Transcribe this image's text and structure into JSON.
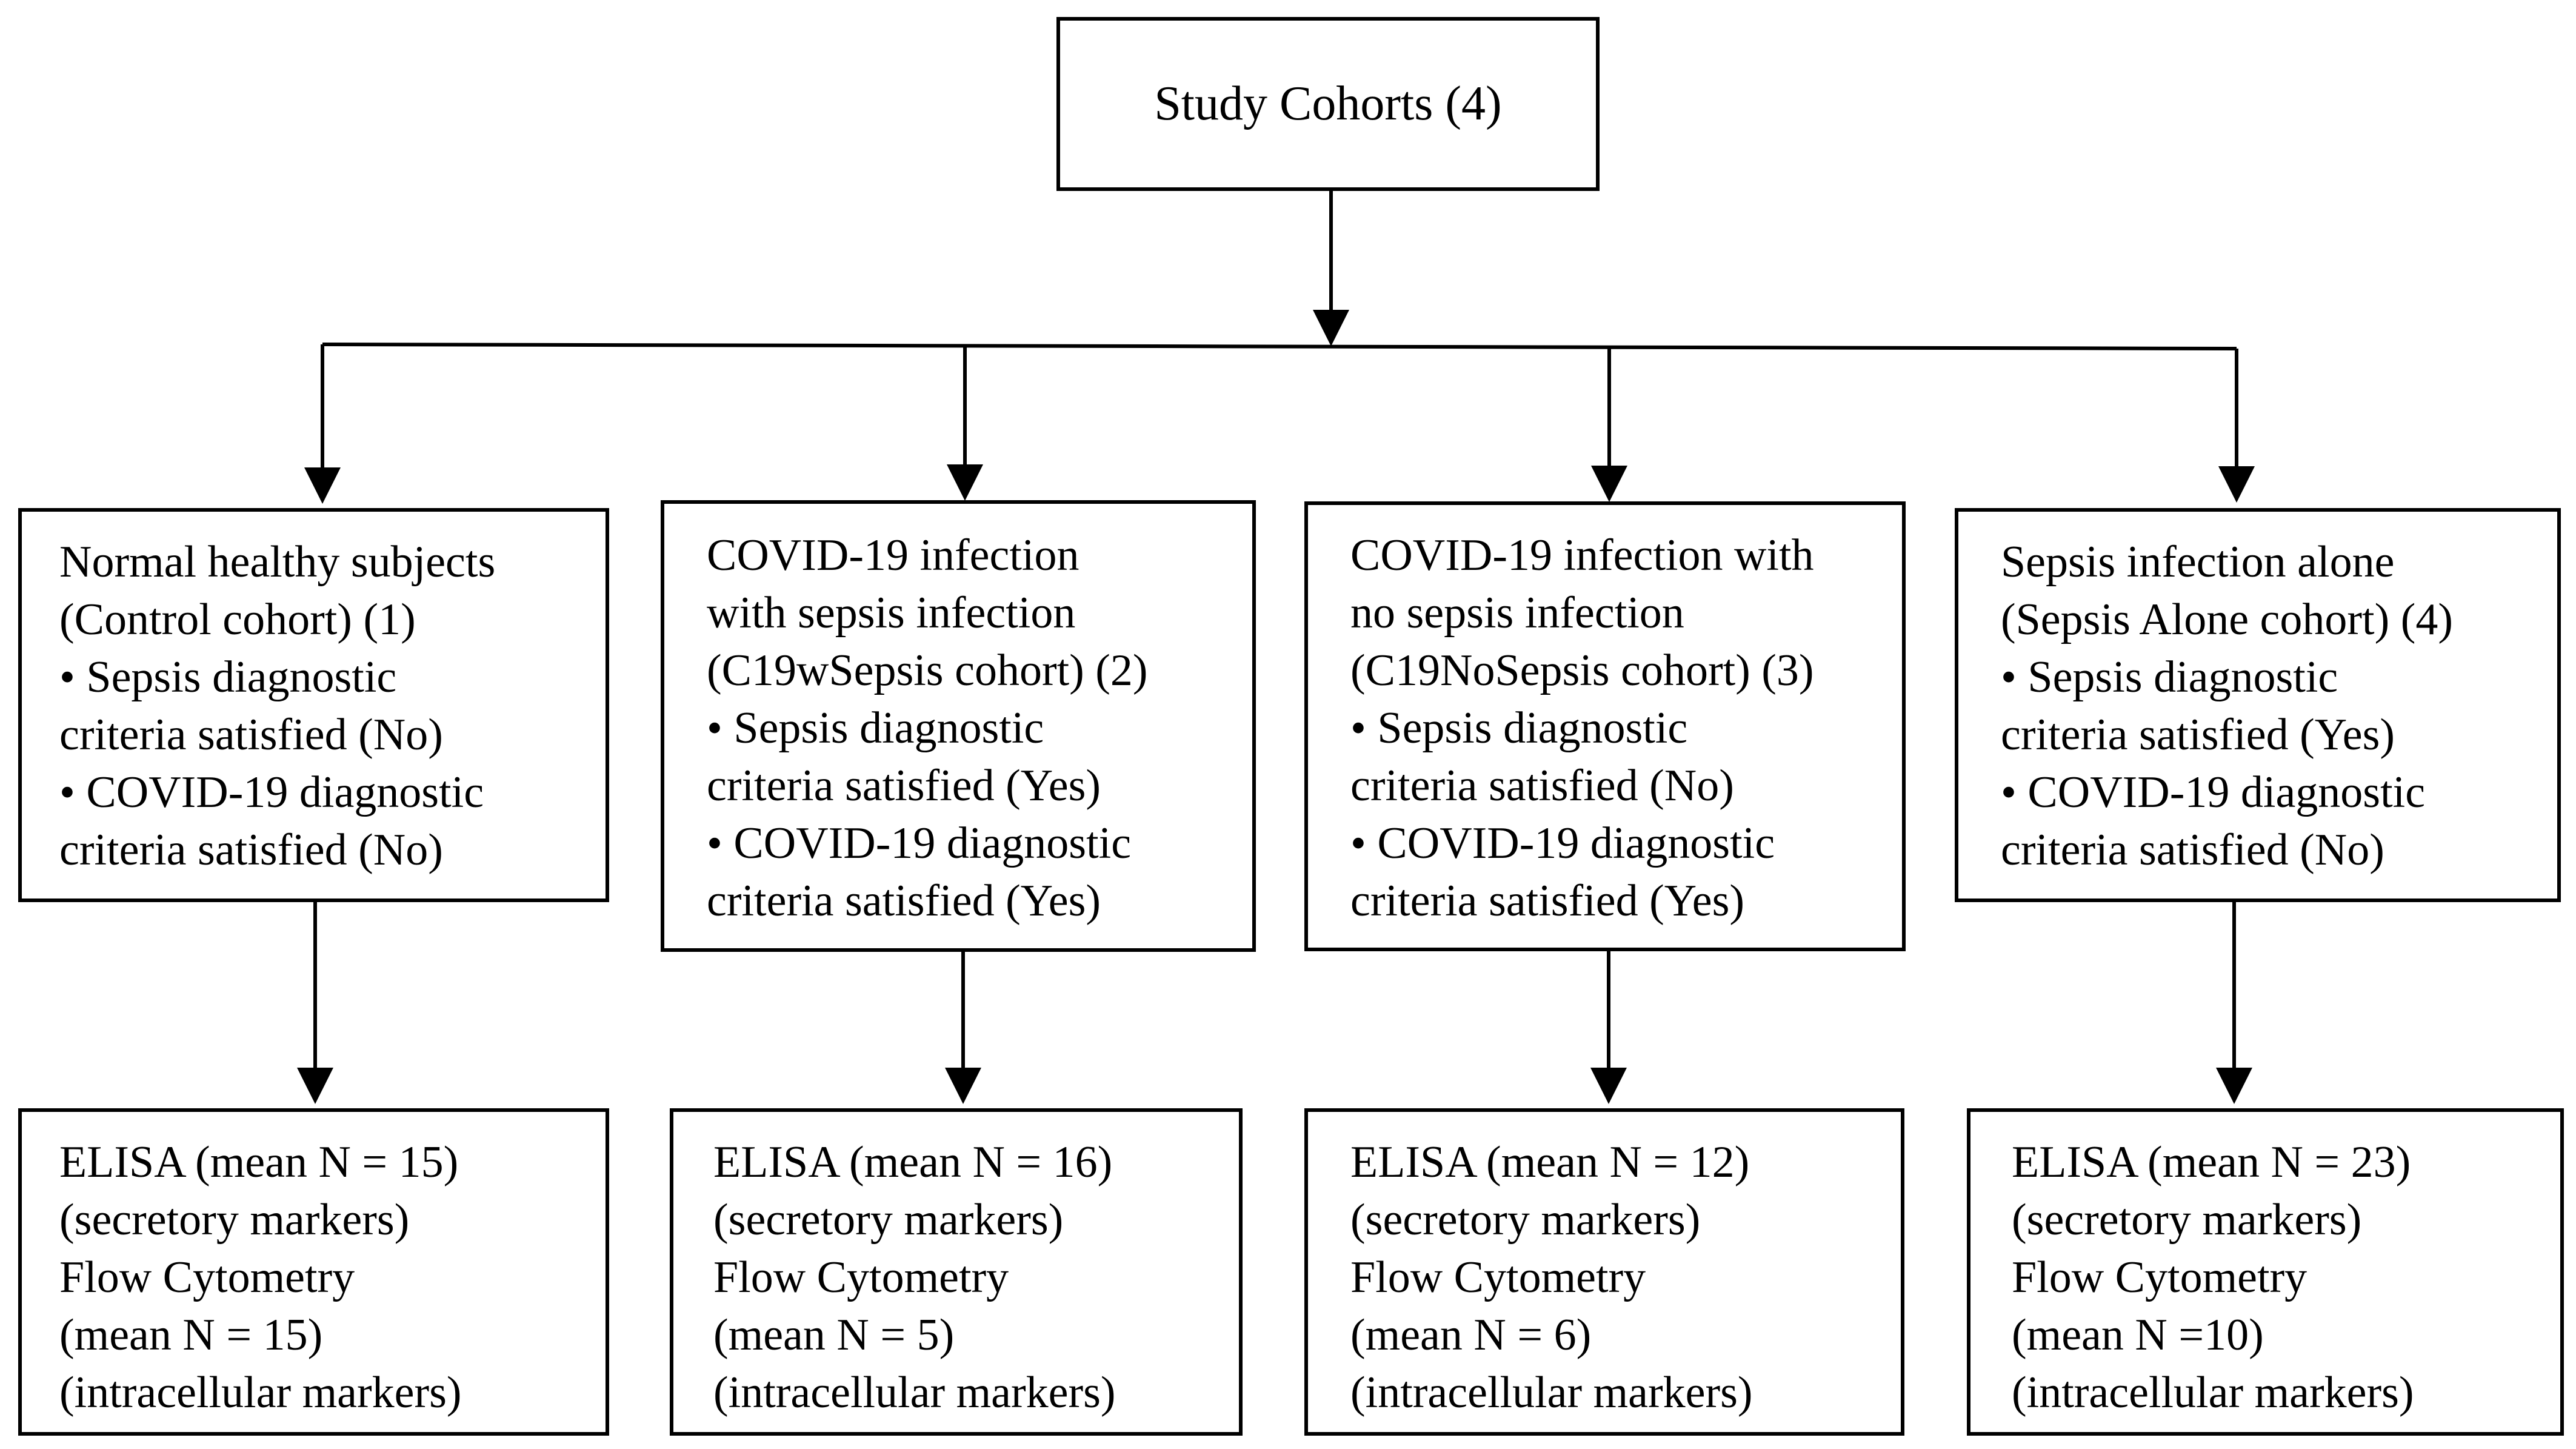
{
  "title": "Study Cohorts (4)",
  "cohorts": [
    {
      "lines": [
        "Normal healthy subjects",
        "(Control cohort) (1)",
        "Sepsis diagnostic",
        "criteria satisfied (No)",
        "COVID-19 diagnostic",
        "criteria satisfied (No)"
      ]
    },
    {
      "lines": [
        "COVID-19 infection",
        "with sepsis infection",
        "(C19wSepsis cohort) (2)",
        "Sepsis diagnostic",
        "criteria satisfied (Yes)",
        "COVID-19 diagnostic",
        "criteria satisfied (Yes)"
      ]
    },
    {
      "lines": [
        "COVID-19 infection with",
        "no sepsis infection",
        "(C19NoSepsis cohort) (3)",
        "Sepsis diagnostic",
        "criteria satisfied (No)",
        "COVID-19 diagnostic",
        "criteria satisfied (Yes)"
      ]
    },
    {
      "lines": [
        "Sepsis infection alone",
        "(Sepsis Alone cohort) (4)",
        "Sepsis diagnostic",
        "criteria satisfied (Yes)",
        "COVID-19 diagnostic",
        "criteria satisfied (No)"
      ]
    }
  ],
  "assays": [
    {
      "lines": [
        "ELISA (mean N = 15)",
        "(secretory markers)",
        "Flow Cytometry",
        "(mean N = 15)",
        "(intracellular markers)"
      ]
    },
    {
      "lines": [
        "ELISA (mean N = 16)",
        "(secretory markers)",
        "Flow Cytometry",
        "(mean N = 5)",
        "(intracellular markers)"
      ]
    },
    {
      "lines": [
        "ELISA (mean N = 12)",
        "(secretory markers)",
        "Flow Cytometry",
        "(mean N = 6)",
        "(intracellular markers)"
      ]
    },
    {
      "lines": [
        "ELISA (mean N = 23)",
        "(secretory markers)",
        "Flow Cytometry",
        "(mean N =10)",
        "(intracellular markers)"
      ]
    }
  ]
}
